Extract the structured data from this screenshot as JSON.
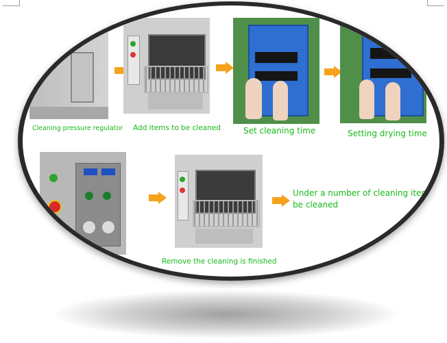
{
  "steps": {
    "step1": {
      "caption": "Cleaning pressure regulator"
    },
    "step2": {
      "caption": "Add items to be cleaned"
    },
    "step3": {
      "caption": "Set cleaning time"
    },
    "step4": {
      "caption": "Setting drying time"
    },
    "step5": {
      "caption": "Remove the cleaning is finished"
    },
    "step6": {
      "caption": "Under a number of cleaning items\nbe cleaned"
    }
  },
  "colors": {
    "caption_green": "#18b818",
    "arrow_orange": "#f5a21c",
    "frame_dark": "#2a2a2a",
    "panel_blue": "#2e6fd1"
  },
  "icons": [
    "arrow-right-icon"
  ]
}
